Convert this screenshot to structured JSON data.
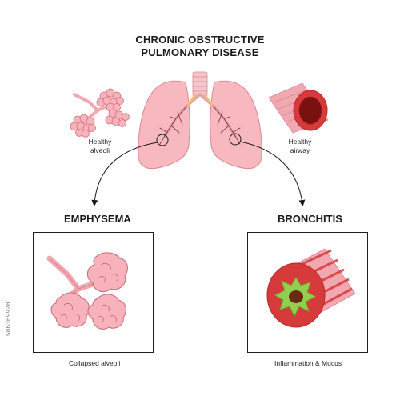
{
  "title": {
    "line1": "CHRONIC OBSTRUCTIVE",
    "line2": "PULMONARY DISEASE"
  },
  "labels": {
    "healthy_alveoli_line1": "Healthy",
    "healthy_alveoli_line2": "alveoli",
    "healthy_airway_line1": "Healthy",
    "healthy_airway_line2": "airway"
  },
  "panels": {
    "emphysema": {
      "heading": "EMPHYSEMA",
      "caption": "Collapsed alveoli"
    },
    "bronchitis": {
      "heading": "BRONCHITIS",
      "caption": "Inflammation & Mucus"
    }
  },
  "stock_id": "586369928",
  "colors": {
    "lung_fill": "#f7b8c0",
    "lung_outline": "#d98a94",
    "alveoli_fill": "#f7b2bb",
    "alveoli_stroke": "#d9757f",
    "trachea": "#f4c6cc",
    "airway_red": "#d63a3a",
    "airway_dark": "#7a1010",
    "mucus_green": "#8fd14f",
    "mucus_brown": "#6a2a12",
    "line": "#1a1a1a"
  }
}
